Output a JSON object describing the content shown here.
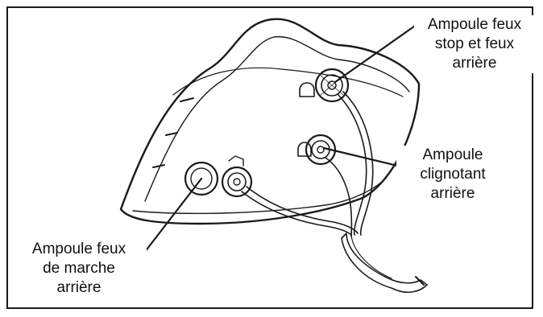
{
  "callouts": {
    "stop_tail": {
      "lines": [
        "Ampoule feux",
        "stop et feux",
        "arrière"
      ]
    },
    "turn_signal": {
      "lines": [
        "Ampoule",
        "clignotant",
        "arrière"
      ]
    },
    "reverse": {
      "lines": [
        "Ampoule feux",
        "de marche",
        "arrière"
      ]
    }
  },
  "colors": {
    "line": "#1a1a1a",
    "background": "#ffffff"
  }
}
